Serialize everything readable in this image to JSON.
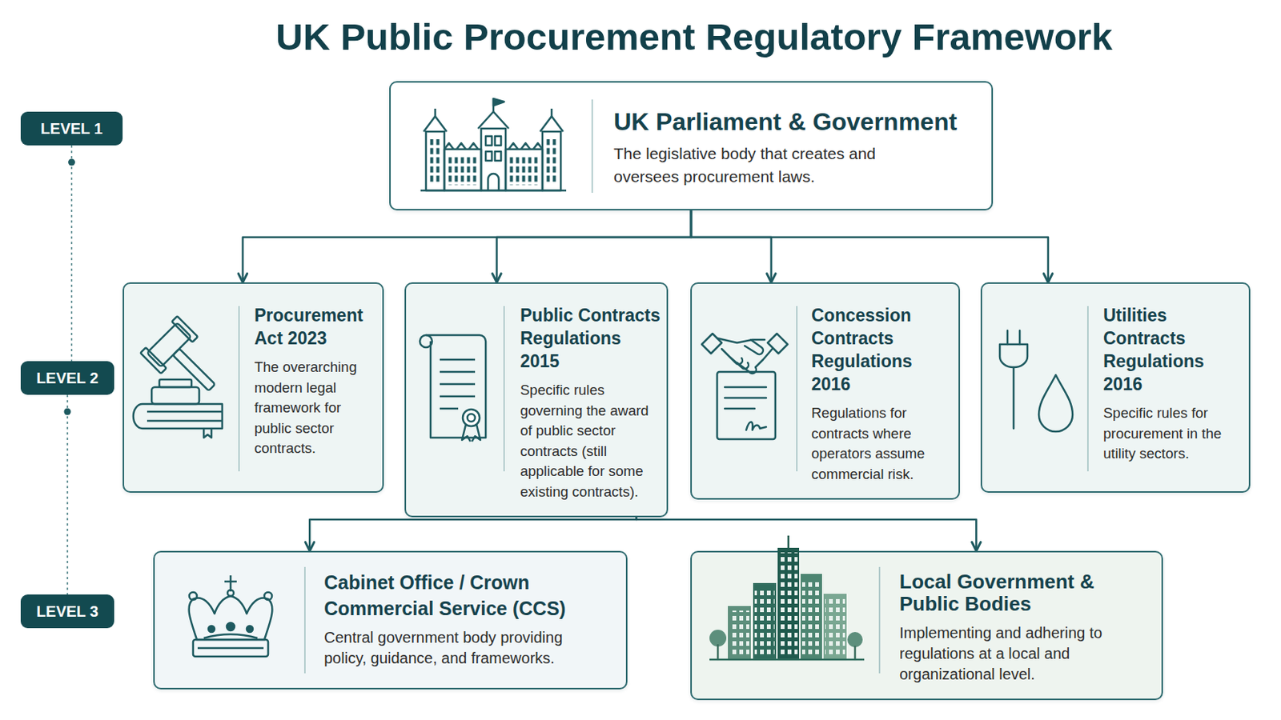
{
  "diagram": {
    "title": "UK Public Procurement Regulatory Framework",
    "nodes": [
      {
        "text": [
          "LEVEL 1"
        ]
      },
      {
        "text": [
          "UK Parliament & Government",
          "The legislative body that creates and oversees procurement laws."
        ]
      },
      {
        "text": [
          "LEVEL 2"
        ]
      },
      {
        "text": [
          "Procurement Act 2023",
          "The overarching modern legal framework for public sector contracts."
        ]
      },
      {
        "text": [
          "Public Contracts Regulations 2015",
          "Specific rules governing the award of public sector contracts (still applicable for some existing contracts)."
        ]
      },
      {
        "text": [
          "Concession Contracts Regulations 2016",
          "Regulations for contracts where operators assume commercial risk."
        ]
      },
      {
        "text": [
          "Utilities Contracts Regulations 2016",
          "Specific rules for procurement in the utility sectors."
        ]
      },
      {
        "text": [
          "LEVEL 3"
        ]
      },
      {
        "text": [
          "Cabinet Office / Crown Commercial Service (CCS)",
          "Central government body providing policy, guidance, and frameworks."
        ]
      },
      {
        "text": [
          "Local Government & Public Bodies",
          "Implementing and adhering to regulations at a local and organizational level."
        ]
      }
    ],
    "edges": [
      {
        "from": 1,
        "to": 3,
        "arrow": "to"
      },
      {
        "from": 1,
        "to": 4,
        "arrow": "to"
      },
      {
        "from": 1,
        "to": 5,
        "arrow": "to"
      },
      {
        "from": 1,
        "to": 6,
        "arrow": "to"
      },
      {
        "from": 4,
        "to": 8,
        "arrow": "to"
      },
      {
        "from": 4,
        "to": 9,
        "arrow": "to"
      },
      {
        "from": 0,
        "to": 2,
        "arrow": "none"
      },
      {
        "from": 2,
        "to": 7,
        "arrow": "none"
      }
    ]
  }
}
